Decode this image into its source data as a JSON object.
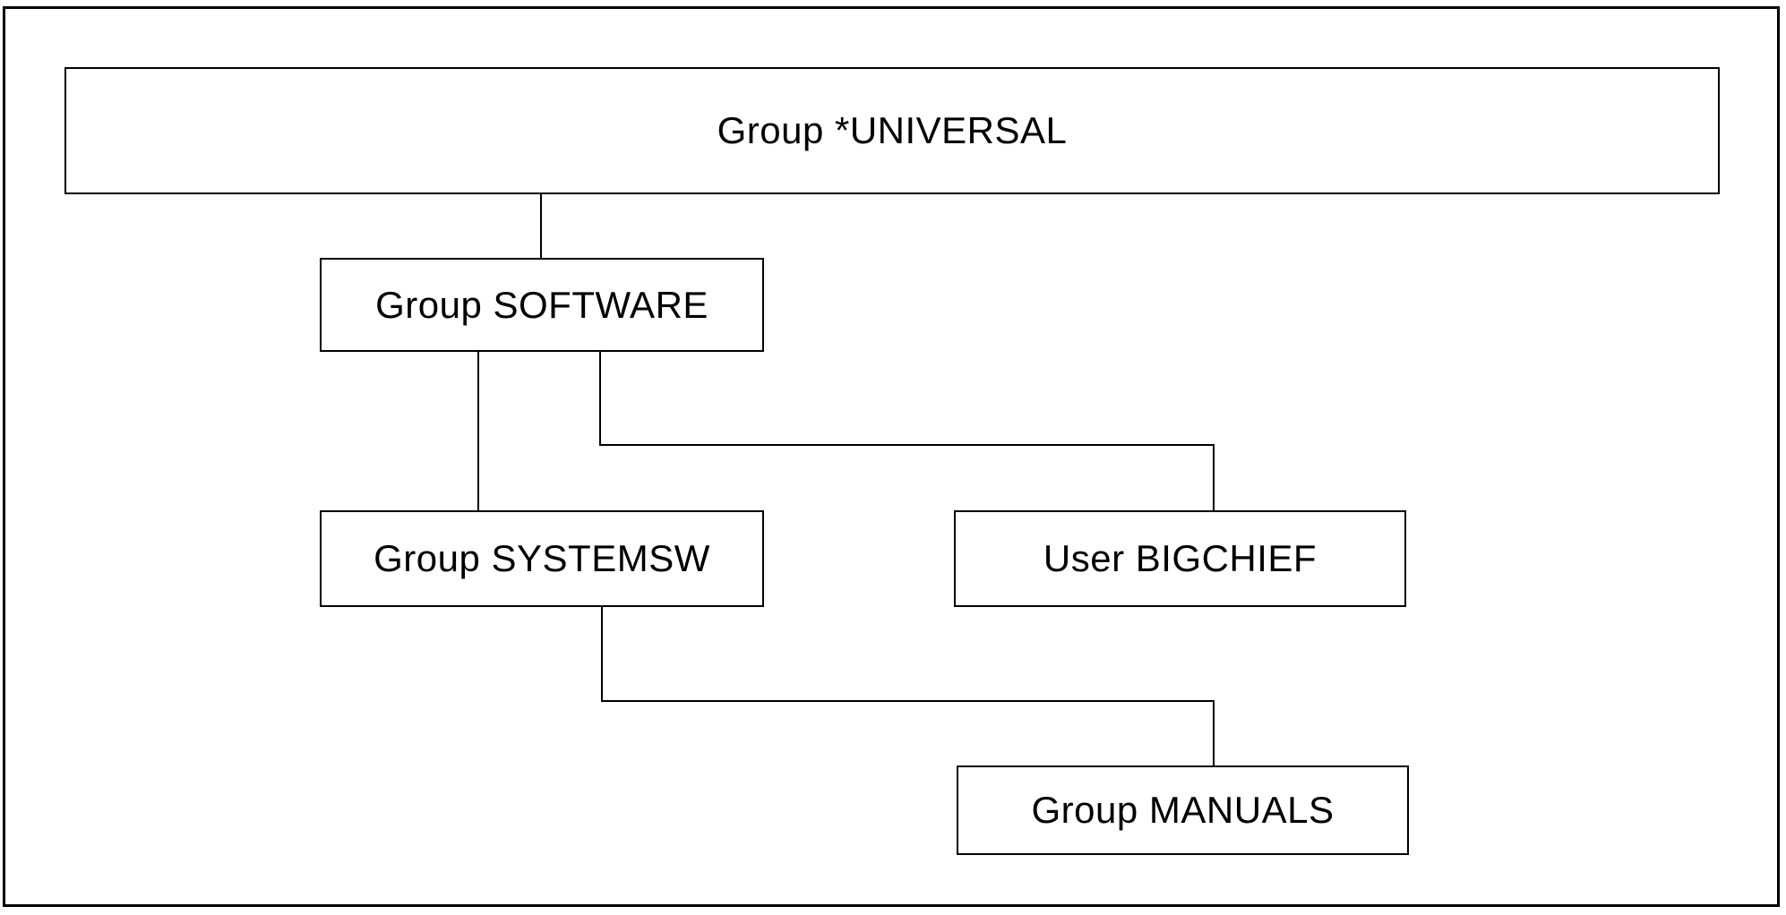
{
  "figure": {
    "background_color": "#ffffff",
    "line_color": "#000000",
    "text_color": "#000000"
  },
  "diagram": {
    "nodes": {
      "universal": {
        "label": "Group *UNIVERSAL"
      },
      "software": {
        "label": "Group SOFTWARE"
      },
      "systemsw": {
        "label": "Group SYSTEMSW"
      },
      "bigchief": {
        "label": "User BIGCHIEF"
      },
      "manuals": {
        "label": "Group MANUALS"
      }
    },
    "edges": [
      {
        "from": "Group *UNIVERSAL",
        "to": "Group SOFTWARE"
      },
      {
        "from": "Group SOFTWARE",
        "to": "Group SYSTEMSW"
      },
      {
        "from": "Group SOFTWARE",
        "to": "User BIGCHIEF"
      },
      {
        "from": "Group SYSTEMSW",
        "to": "Group MANUALS"
      }
    ]
  }
}
